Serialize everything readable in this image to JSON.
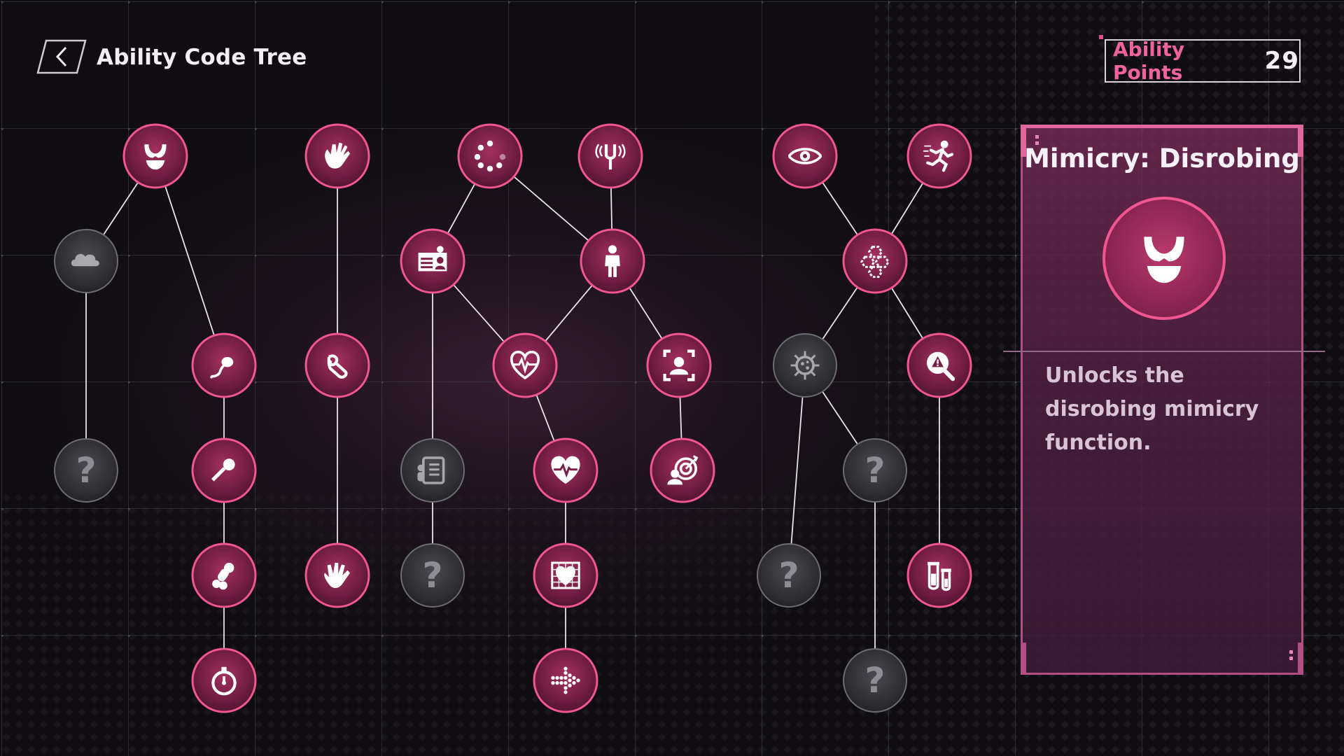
{
  "header": {
    "title": "Ability Code Tree",
    "back_icon": "chevron-left-icon"
  },
  "ability_points": {
    "label": "Ability Points",
    "value": "29"
  },
  "detail_panel": {
    "title": "Mimicry: Disrobing",
    "icon": "lingerie-icon",
    "description": "Unlocks the disrobing mimicry function."
  },
  "colors": {
    "accent_pink": "#f0568f",
    "unlocked_fill": "#7a1f47",
    "locked_fill": "#3a3a3e",
    "panel": "#6b2a55",
    "points_label": "#f0639f"
  },
  "nodes": [
    {
      "id": "n1",
      "icon": "lingerie-icon",
      "state": "unlocked"
    },
    {
      "id": "n2",
      "icon": "cloud-icon",
      "state": "locked"
    },
    {
      "id": "n3",
      "icon": "mystery-icon",
      "state": "locked",
      "label": "?"
    },
    {
      "id": "n4",
      "icon": "sperm-icon",
      "state": "unlocked"
    },
    {
      "id": "n5",
      "icon": "microphone-icon",
      "state": "unlocked"
    },
    {
      "id": "n6",
      "icon": "phallus-icon",
      "state": "unlocked"
    },
    {
      "id": "n7",
      "icon": "stopwatch-icon",
      "state": "unlocked"
    },
    {
      "id": "n8",
      "icon": "hand-icon",
      "state": "unlocked"
    },
    {
      "id": "n9",
      "icon": "ok-gesture-icon",
      "state": "unlocked"
    },
    {
      "id": "n10",
      "icon": "spread-hand-icon",
      "state": "unlocked"
    },
    {
      "id": "n11",
      "icon": "loading-dots-icon",
      "state": "unlocked"
    },
    {
      "id": "n12",
      "icon": "id-card-icon",
      "state": "unlocked"
    },
    {
      "id": "n13",
      "icon": "profile-document-icon",
      "state": "locked"
    },
    {
      "id": "n14",
      "icon": "mystery-icon",
      "state": "locked",
      "label": "?"
    },
    {
      "id": "n15",
      "icon": "heart-pulse-icon",
      "state": "unlocked"
    },
    {
      "id": "n16",
      "icon": "heart-rate-icon",
      "state": "unlocked"
    },
    {
      "id": "n17",
      "icon": "heart-grid-icon",
      "state": "unlocked"
    },
    {
      "id": "n18",
      "icon": "dotted-arrow-icon",
      "state": "unlocked"
    },
    {
      "id": "n19",
      "icon": "tuning-fork-icon",
      "state": "unlocked"
    },
    {
      "id": "n20",
      "icon": "person-icon",
      "state": "unlocked"
    },
    {
      "id": "n21",
      "icon": "face-scan-icon",
      "state": "unlocked"
    },
    {
      "id": "n22",
      "icon": "target-person-icon",
      "state": "unlocked"
    },
    {
      "id": "n23",
      "icon": "eye-icon",
      "state": "unlocked"
    },
    {
      "id": "n24",
      "icon": "running-man-icon",
      "state": "unlocked"
    },
    {
      "id": "n25",
      "icon": "hexagon-cluster-icon",
      "state": "unlocked"
    },
    {
      "id": "n26",
      "icon": "virus-icon",
      "state": "locked"
    },
    {
      "id": "n27",
      "icon": "alert-search-icon",
      "state": "unlocked"
    },
    {
      "id": "n28",
      "icon": "mystery-icon",
      "state": "locked",
      "label": "?"
    },
    {
      "id": "n29",
      "icon": "mystery-icon",
      "state": "locked",
      "label": "?"
    },
    {
      "id": "n30",
      "icon": "mystery-icon",
      "state": "locked",
      "label": "?"
    },
    {
      "id": "n31",
      "icon": "test-tube-icon",
      "state": "unlocked"
    }
  ],
  "edges": [
    [
      "n1",
      "n2"
    ],
    [
      "n1",
      "n4"
    ],
    [
      "n2",
      "n3"
    ],
    [
      "n4",
      "n5"
    ],
    [
      "n5",
      "n6"
    ],
    [
      "n6",
      "n7"
    ],
    [
      "n8",
      "n9"
    ],
    [
      "n9",
      "n10"
    ],
    [
      "n11",
      "n12"
    ],
    [
      "n11",
      "n20"
    ],
    [
      "n12",
      "n13"
    ],
    [
      "n12",
      "n15"
    ],
    [
      "n13",
      "n14"
    ],
    [
      "n15",
      "n16"
    ],
    [
      "n16",
      "n17"
    ],
    [
      "n17",
      "n18"
    ],
    [
      "n19",
      "n20"
    ],
    [
      "n20",
      "n15"
    ],
    [
      "n20",
      "n21"
    ],
    [
      "n21",
      "n22"
    ],
    [
      "n23",
      "n25"
    ],
    [
      "n24",
      "n25"
    ],
    [
      "n25",
      "n26"
    ],
    [
      "n25",
      "n27"
    ],
    [
      "n26",
      "n28"
    ],
    [
      "n26",
      "n29"
    ],
    [
      "n28",
      "n30"
    ],
    [
      "n27",
      "n31"
    ]
  ]
}
